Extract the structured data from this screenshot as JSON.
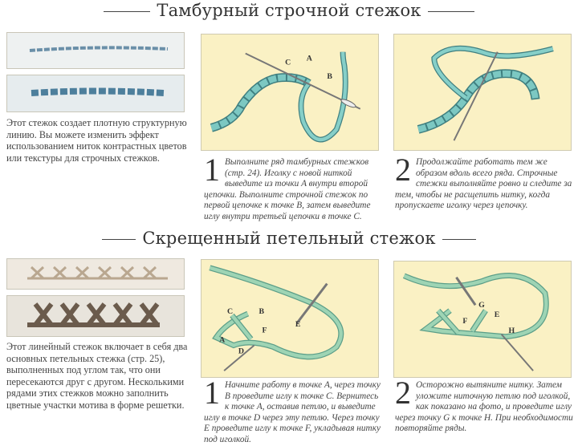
{
  "sections": [
    {
      "title": "Тамбурный строчной стежок",
      "description": "Этот стежок создает плотную структурную линию. Вы можете изменить эффект использованием ниток контрастных цветов или текстуры для строчных стежков.",
      "steps": [
        {
          "number": "1",
          "text": "Выполните ряд тамбурных стежков (стр. 24). Иголку с новой ниткой выведите из точки A внутри второй цепочки. Выполните строчной стежок по первой цепочке к точке B, затем выведите иглу внутри третьей цепочки в точке C.",
          "labels": [
            "C",
            "A",
            "B"
          ]
        },
        {
          "number": "2",
          "text": "Продолжайте работать тем же образом вдоль всего ряда. Строчные стежки выполняйте ровно и следите за тем, чтобы не расщепить нитку, когда пропускаете иголку через цепочку.",
          "labels": []
        }
      ]
    },
    {
      "title": "Скрещенный петельный стежок",
      "description": "Этот линейный стежок включает в себя два основных петельных стежка (стр. 25), выполненных под углом так, что они пересекаются друг с другом. Несколькими рядами этих стежков можно заполнить цветные участки мотива в форме решетки.",
      "steps": [
        {
          "number": "1",
          "text": "Начните работу в точке A, через точку B проведите иглу к точке C. Вернитесь к точке A, оставив петлю, и выведите иглу в точке D через эту петлю. Через точку E проведите иглу к точке F, укладывая нитку под иголкой.",
          "labels": [
            "C",
            "B",
            "A",
            "D",
            "F",
            "E"
          ]
        },
        {
          "number": "2",
          "text": "Осторожно вытяните нитку. Затем уложите ниточную петлю под иголкой, как показано на фото, и проведите иглу через точку G к точке H. При необходимости повторяйте ряды.",
          "labels": [
            "G",
            "E",
            "F",
            "H"
          ]
        }
      ]
    }
  ],
  "colors": {
    "panel": "#faf1c4",
    "thread_blue": "#6fb8b4",
    "thread_green": "#8fc8a4",
    "swatch_bg": "#e9eef0"
  }
}
